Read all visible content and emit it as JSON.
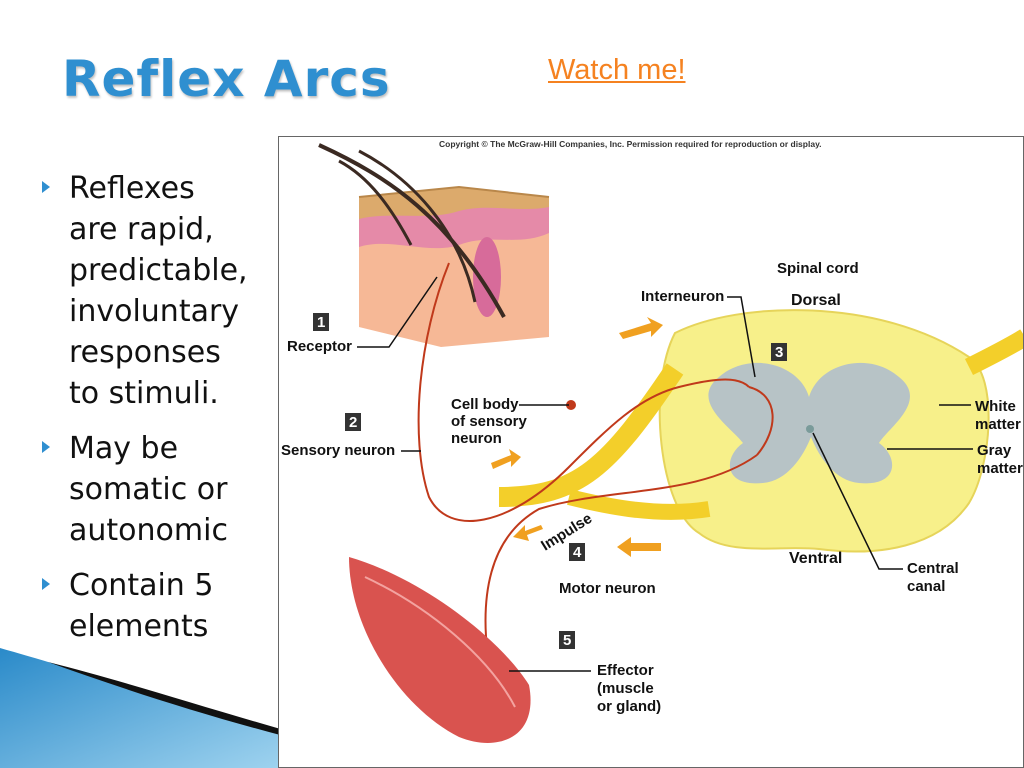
{
  "slide": {
    "title": "Reflex Arcs",
    "link": "Watch me!",
    "bullets": [
      "Reflexes\nare rapid,\npredictable,\ninvoluntary\nresponses\nto stimuli.",
      "May be\nsomatic or\nautonomic",
      "Contain 5\nelements"
    ]
  },
  "figure": {
    "copyright": "Copyright © The McGraw-Hill Companies, Inc. Permission required for reproduction or display.",
    "steps": [
      "1",
      "2",
      "3",
      "4",
      "5"
    ],
    "labels": {
      "receptor": "Receptor",
      "sensory_neuron": "Sensory neuron",
      "cell_body": [
        "Cell body",
        "of sensory",
        "neuron"
      ],
      "interneuron": "Interneuron",
      "spinal_cord": "Spinal cord",
      "dorsal": "Dorsal",
      "white_matter": [
        "White",
        "matter"
      ],
      "gray_matter": [
        "Gray",
        "matter"
      ],
      "impulse": "Impulse",
      "motor_neuron": "Motor neuron",
      "ventral": "Ventral",
      "central_canal": [
        "Central",
        "canal"
      ],
      "effector": [
        "Effector",
        "(muscle",
        "or gland)"
      ]
    }
  },
  "colors": {
    "title": "#2f8fd0",
    "link": "#f58220",
    "cord": "#f7f08a",
    "nerve": "#f3cf2a",
    "gray_matter": "#b7c3c6",
    "neuron": "#c0391b",
    "muscle": "#d9534f",
    "arrow": "#f0a020"
  }
}
